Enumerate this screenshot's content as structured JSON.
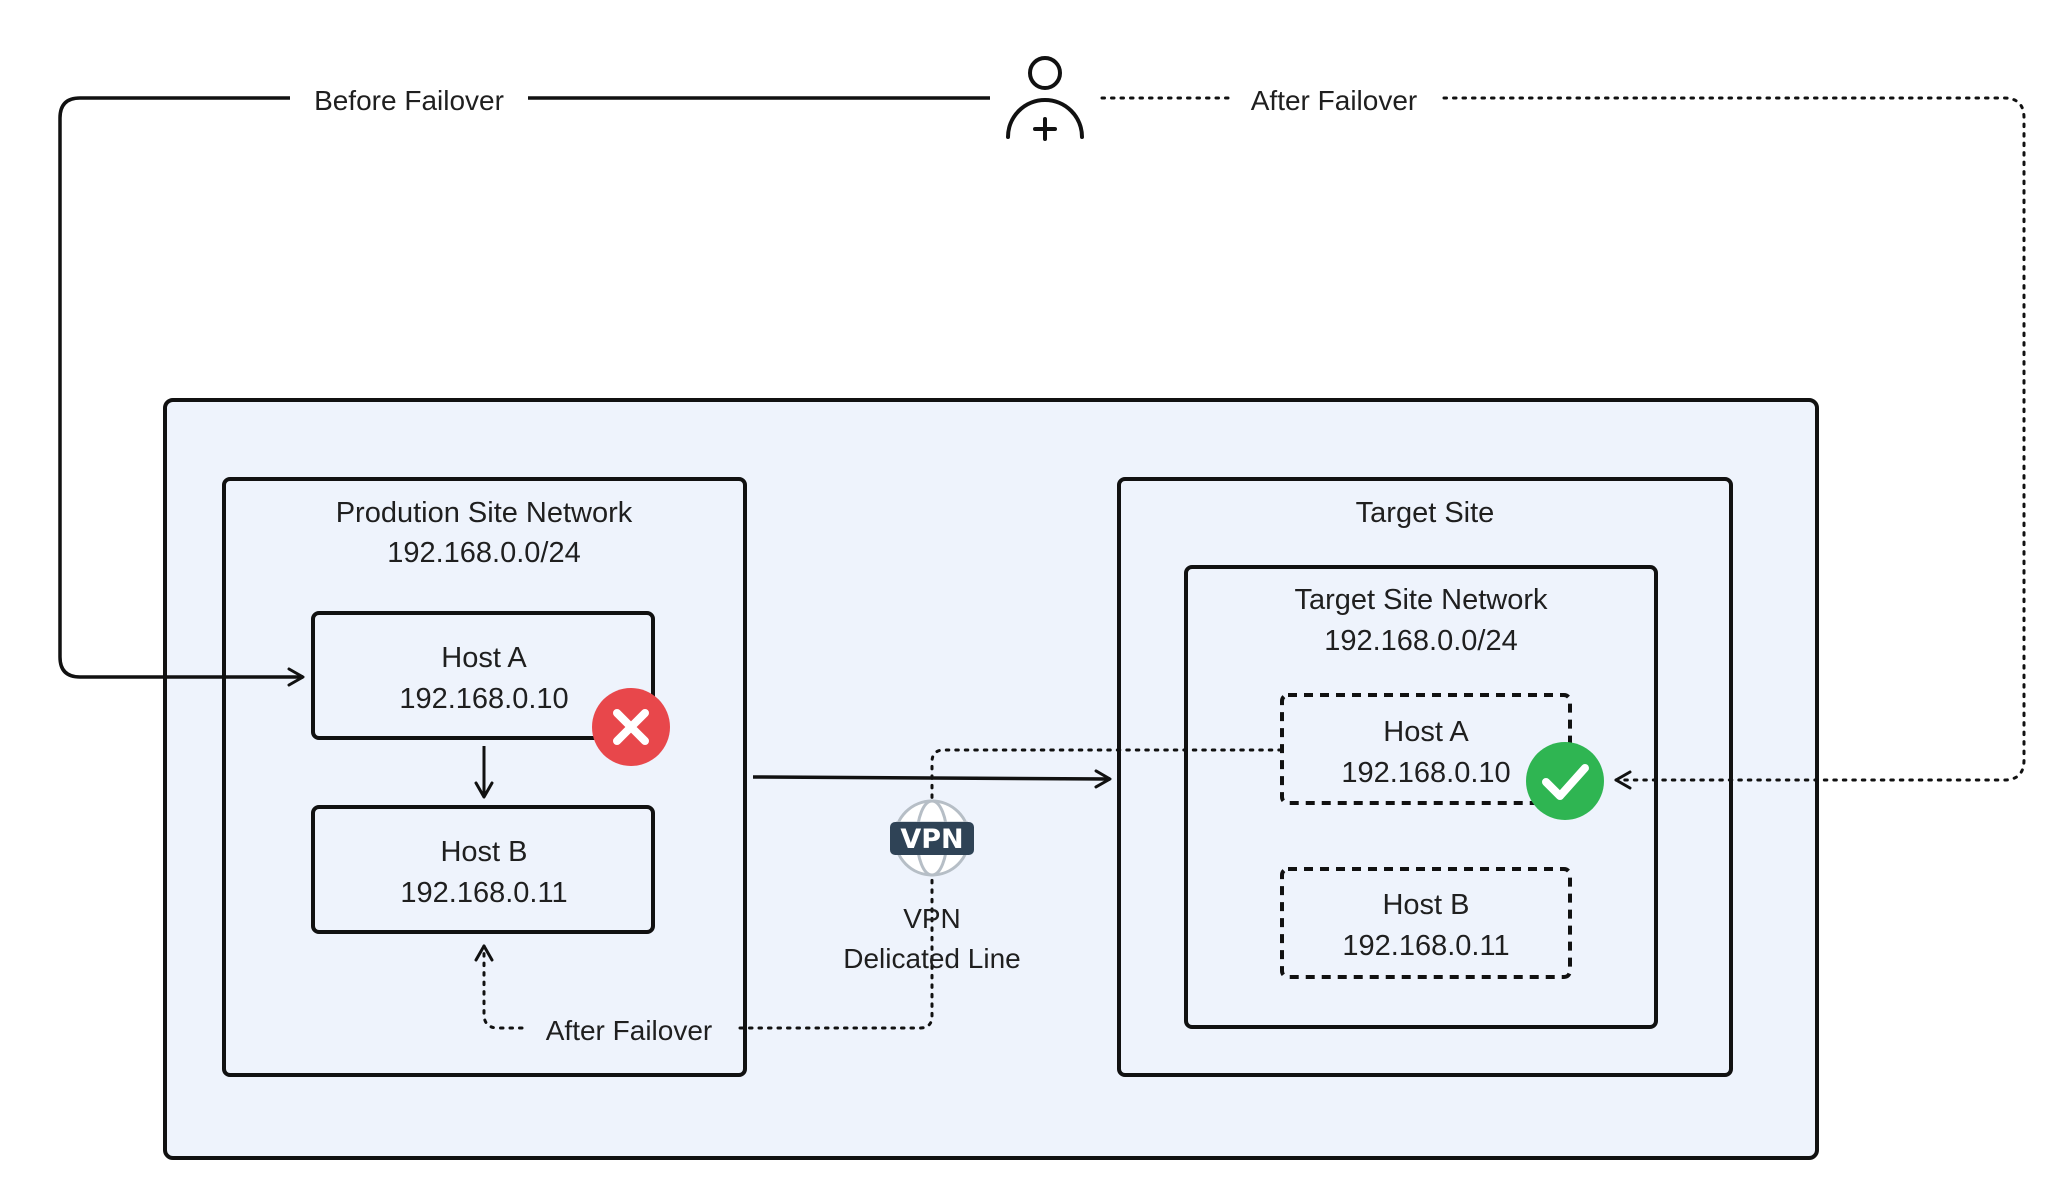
{
  "flow_labels": {
    "before_failover": "Before Failover",
    "after_failover_top": "After Failover",
    "after_failover_bottom": "After Failover"
  },
  "production_site": {
    "title": "Prodution Site Network",
    "subnet": "192.168.0.0/24",
    "host_a": {
      "name": "Host A",
      "ip": "192.168.0.10",
      "status": "failed"
    },
    "host_b": {
      "name": "Host B",
      "ip": "192.168.0.11"
    }
  },
  "vpn": {
    "badge": "VPN",
    "label_line1": "VPN",
    "label_line2": "Delicated Line"
  },
  "target_site": {
    "title": "Target Site",
    "network_title": "Target Site Network",
    "subnet": "192.168.0.0/24",
    "host_a": {
      "name": "Host A",
      "ip": "192.168.0.10",
      "status": "ok"
    },
    "host_b": {
      "name": "Host B",
      "ip": "192.168.0.11"
    }
  },
  "icons": {
    "user": "user-add-icon",
    "fail": "x-circle-icon",
    "success": "check-circle-icon",
    "vpn": "vpn-globe-icon"
  },
  "colors": {
    "panel_fill": "#eef3fc",
    "stroke": "#111111",
    "fail_red": "#e8474b",
    "success_green": "#2fb552",
    "vpn_badge": "#2f4356",
    "globe_grey": "#b6bec6"
  }
}
